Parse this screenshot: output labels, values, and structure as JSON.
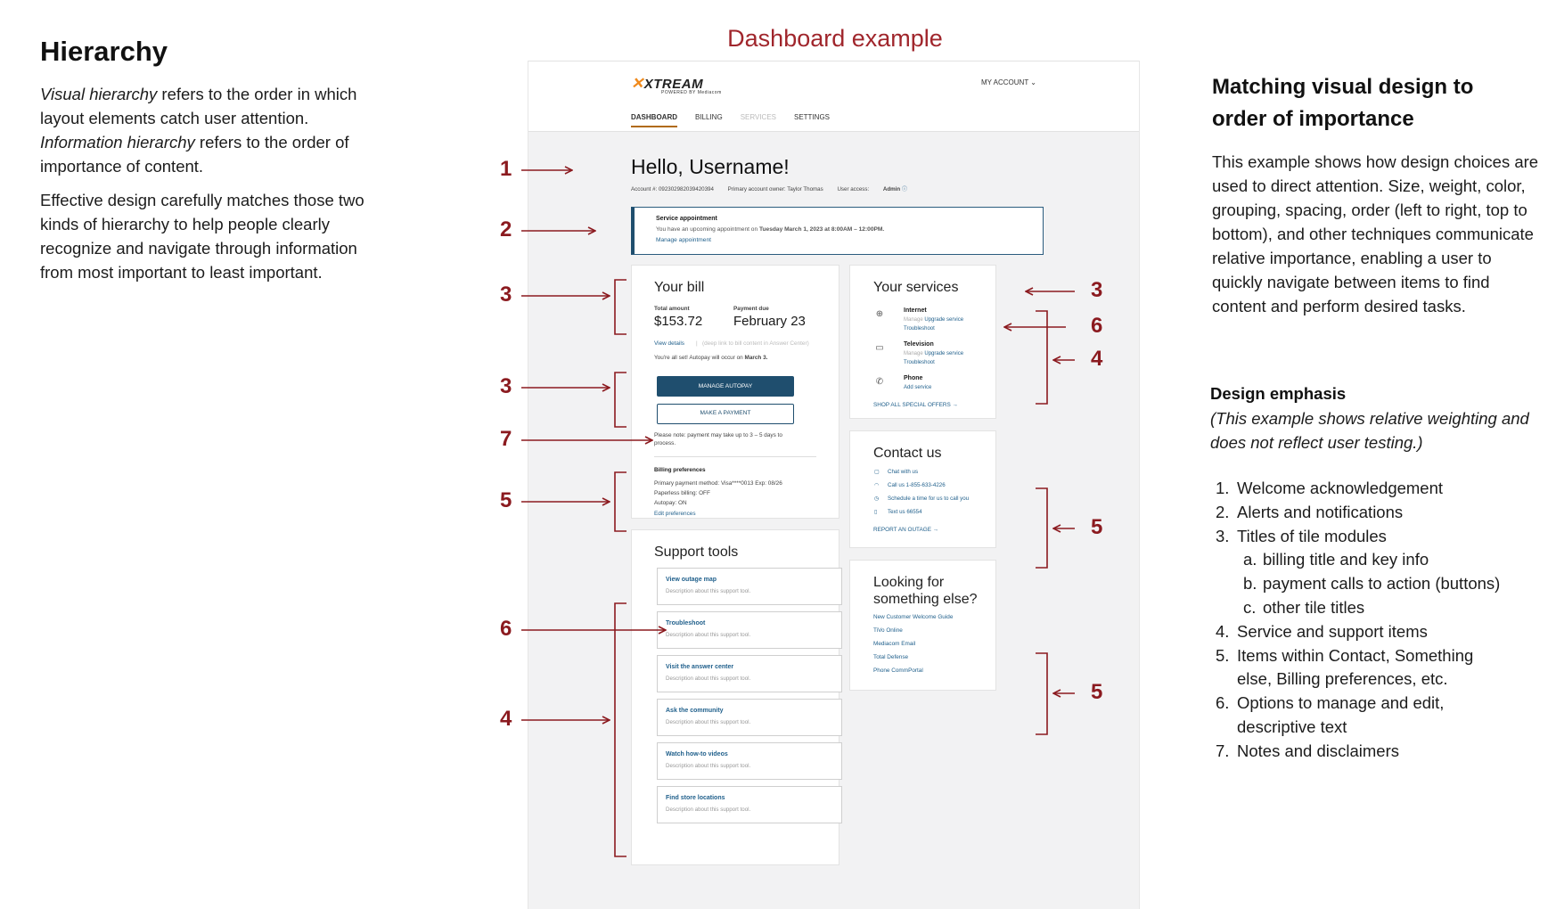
{
  "left": {
    "title": "Hierarchy",
    "para1_part1": "Visual hierarchy",
    "para1_part2": " refers to the order in which layout elements catch user attention. ",
    "para1_part3": "Information hierarchy",
    "para1_part4": " refers to the order of importance of content.",
    "para2": "Effective design carefully matches those two kinds of hierarchy to help people clearly recognize and navigate through information from most important to least important."
  },
  "right": {
    "title": "Matching visual design to order of importance",
    "para": "This example shows how design choices are used to direct attention. Size, weight, color, grouping, spacing, order (left to right, top to bottom), and other techniques communicate relative importance, enabling a user to quickly navigate between items to find content and perform desired tasks.",
    "emphasis_title": "Design emphasis",
    "emphasis_note": "(This example shows relative weighting and does not reflect user testing.)",
    "list": [
      {
        "num": "1.",
        "text": "Welcome acknowledgement"
      },
      {
        "num": "2.",
        "text": "Alerts and notifications"
      },
      {
        "num": "3.",
        "text": "Titles of tile modules"
      },
      {
        "num": "a.",
        "text": "billing title and key info"
      },
      {
        "num": "b.",
        "text": "payment calls to action (buttons)"
      },
      {
        "num": "c.",
        "text": "other tile titles"
      },
      {
        "num": "4.",
        "text": "Service and support items"
      },
      {
        "num": "5.",
        "text": "Items within Contact, Something"
      },
      {
        "num": "",
        "text": "else, Billing preferences, etc."
      },
      {
        "num": "6.",
        "text": "Options to manage and edit,"
      },
      {
        "num": "",
        "text": "descriptive text"
      },
      {
        "num": "7.",
        "text": "Notes and disclaimers"
      }
    ]
  },
  "dashboard": {
    "caption": "Dashboard example",
    "logo_main": "XTREAM",
    "logo_sub": "POWERED BY Mediacom",
    "my_account": "MY ACCOUNT",
    "tabs": [
      "DASHBOARD",
      "BILLING",
      "SERVICES",
      "SETTINGS"
    ],
    "hello": "Hello, Username!",
    "account_no": "Account #: 092302982039420394",
    "primary_owner": "Primary account owner: Taylor Thomas",
    "user_access_label": "User access: ",
    "user_access_value": "Admin",
    "alert": {
      "title": "Service appointment",
      "desc_pre": "You have an upcoming appointment on ",
      "desc_bold": "Tuesday March 1, 2023 at 8:00AM – 12:00PM.",
      "link": "Manage appointment"
    },
    "bill": {
      "title": "Your bill",
      "total_label": "Total amount",
      "total_value": "$153.72",
      "due_label": "Payment due",
      "due_value": "February 23",
      "view_details": "View details",
      "deep_link": "(deep link to bill content in Answer Center)",
      "autopay_pre": "You're all set! Autopay will occur on ",
      "autopay_date": "March 3.",
      "btn_autopay": "MANAGE AUTOPAY",
      "btn_payment": "MAKE A PAYMENT",
      "note": "Please note: payment may take up to 3 – 5 days to process.",
      "pref_title": "Billing preferences",
      "pref_method": "Primary payment method:  Visa****0013  Exp: 08/26",
      "pref_paperless": "Paperless billing:  OFF",
      "pref_autopay": "Autopay:  ON",
      "pref_edit": "Edit preferences"
    },
    "services": {
      "title": "Your services",
      "items": [
        {
          "name": "Internet",
          "line1_manage": "Manage",
          "line1_upgrade": "Upgrade service",
          "line2": "Troubleshoot"
        },
        {
          "name": "Television",
          "line1_manage": "Manage",
          "line1_upgrade": "Upgrade service",
          "line2": "Troubleshoot"
        },
        {
          "name": "Phone",
          "line1": "Add service"
        }
      ],
      "shop": "SHOP ALL SPECIAL OFFERS"
    },
    "contact": {
      "title": "Contact us",
      "items": [
        "Chat with us",
        "Call us 1-855-633-4226",
        "Schedule a time for us to call you",
        "Text us 66554"
      ],
      "outage": "REPORT AN OUTAGE"
    },
    "looking": {
      "title_line1": "Looking for",
      "title_line2": "something else?",
      "links": [
        "New Customer Welcome Guide",
        "TiVo Online",
        "Mediacom Email",
        "Total Defense",
        "Phone CommPortal"
      ]
    },
    "support": {
      "title": "Support tools",
      "tools": [
        {
          "name": "View outage map",
          "desc": "Description about this support tool."
        },
        {
          "name": "Troubleshoot",
          "desc": "Description about this support tool."
        },
        {
          "name": "Visit the answer center",
          "desc": "Description about this support tool."
        },
        {
          "name": "Ask the community",
          "desc": "Description about this support tool."
        },
        {
          "name": "Watch how-to videos",
          "desc": "Description about this support tool."
        },
        {
          "name": "Find store locations",
          "desc": "Description about this support tool."
        }
      ]
    }
  },
  "annotations": {
    "left": [
      "1",
      "2",
      "3",
      "3",
      "7",
      "5",
      "6",
      "4"
    ],
    "right": [
      "3",
      "6",
      "4",
      "5",
      "5"
    ]
  },
  "colors": {
    "annotation": "#8b1a1f",
    "caption": "#a0262c",
    "primary_button": "#1f4e6e",
    "link": "#1f5f8b",
    "logo_accent": "#f08a1c"
  }
}
